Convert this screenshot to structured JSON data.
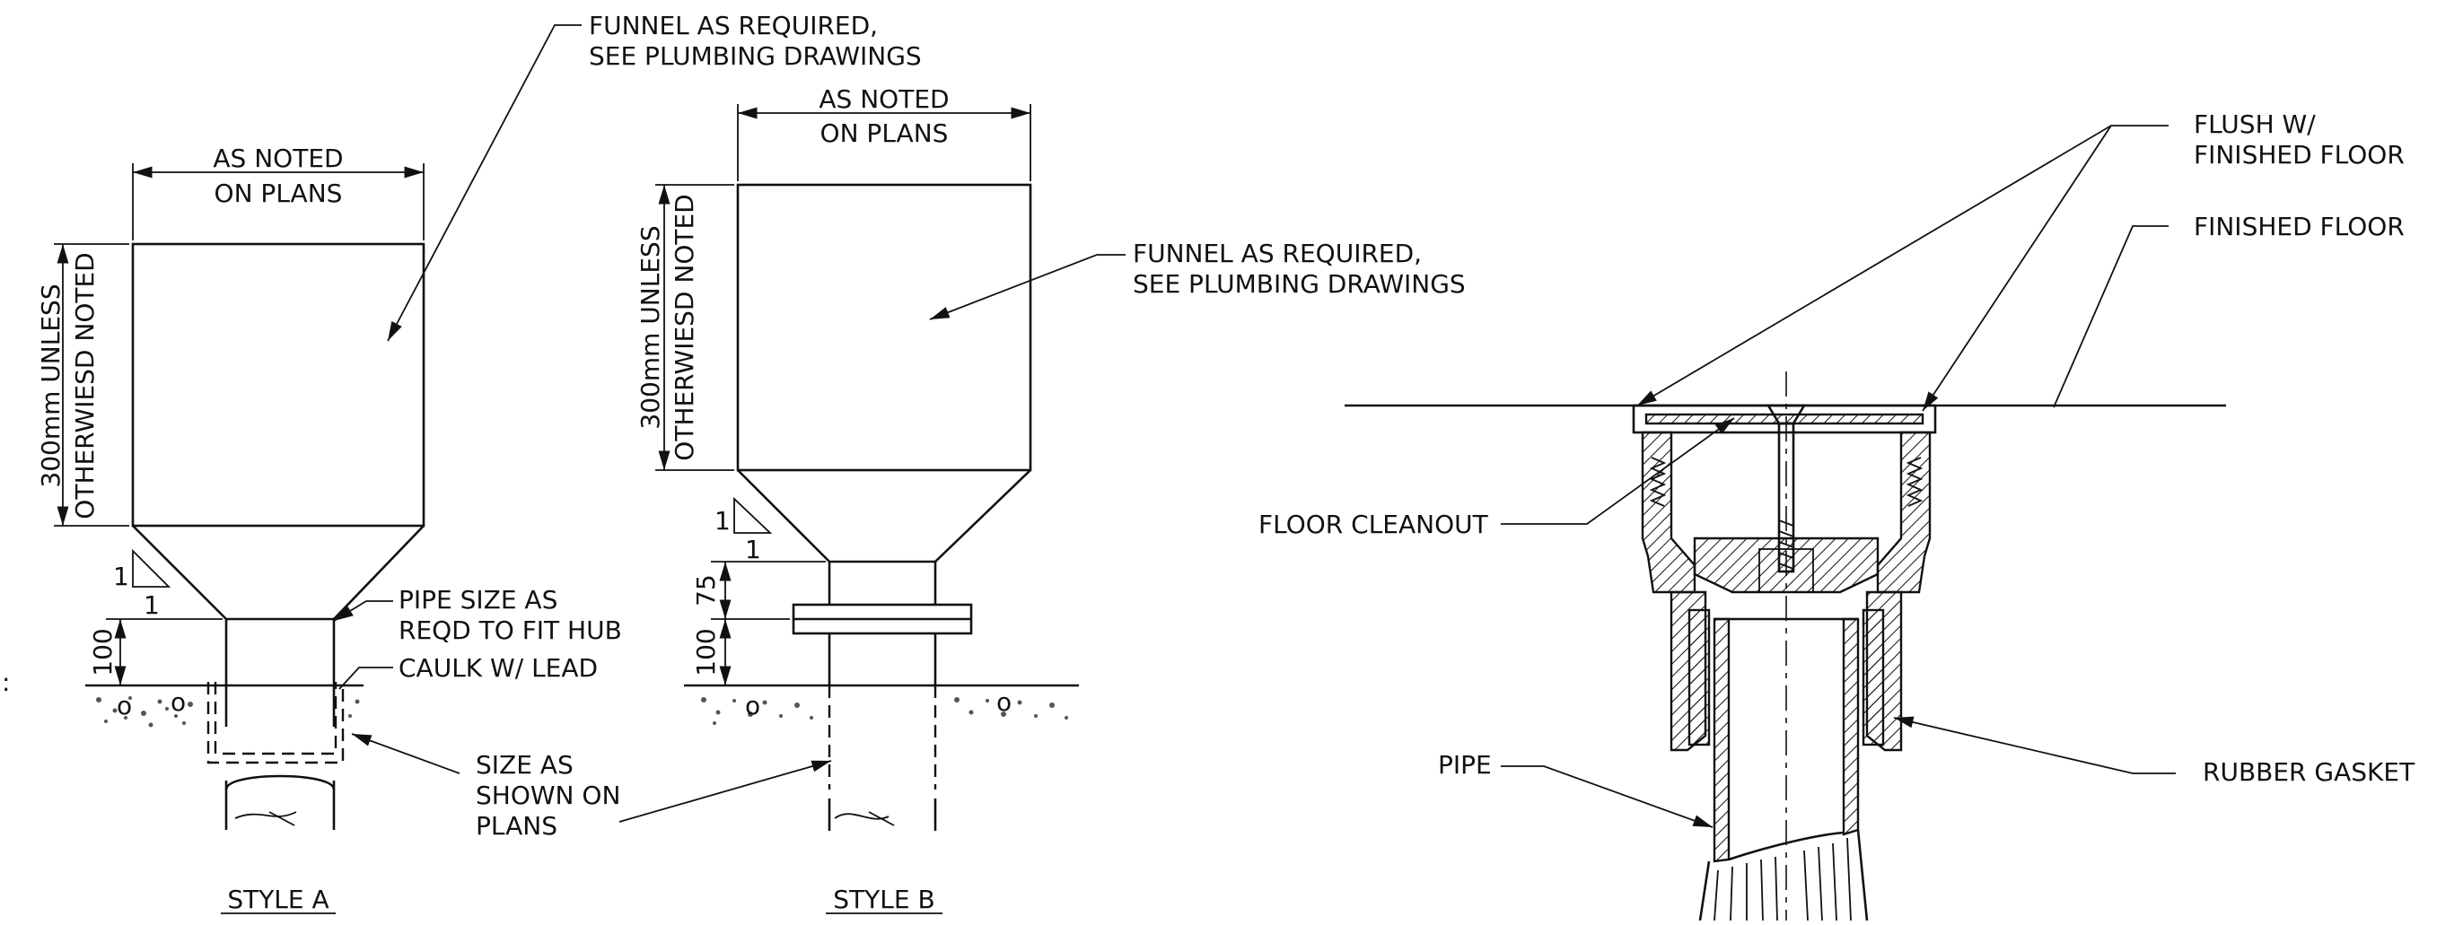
{
  "style_a": {
    "dim_top_line1": "AS NOTED",
    "dim_top_line2": "ON PLANS",
    "dim_side_line1": "300mm UNLESS",
    "dim_side_line2": "OTHERWIESD NOTED",
    "slope_rise": "1",
    "slope_run": "1",
    "dim_100": "100",
    "funnel_note_line1": "FUNNEL AS REQUIRED,",
    "funnel_note_line2": "SEE PLUMBING DRAWINGS",
    "pipe_size_line1": "PIPE SIZE AS",
    "pipe_size_line2": "REQD TO FIT HUB",
    "caulk": "CAULK W/ LEAD",
    "size_line1": "SIZE AS",
    "size_line2": "SHOWN ON",
    "size_line3": "PLANS",
    "title": "STYLE A"
  },
  "style_b": {
    "dim_top_line1": "AS NOTED",
    "dim_top_line2": "ON PLANS",
    "dim_side_line1": "300mm UNLESS",
    "dim_side_line2": "OTHERWIESD NOTED",
    "slope_rise": "1",
    "slope_run": "1",
    "dim_75": "75",
    "dim_100": "100",
    "funnel_note_line1": "FUNNEL AS REQUIRED,",
    "funnel_note_line2": "SEE PLUMBING DRAWINGS",
    "title": "STYLE B"
  },
  "cleanout": {
    "flush_line1": "FLUSH W/",
    "flush_line2": "FINISHED FLOOR",
    "finished_floor": "FINISHED FLOOR",
    "floor_cleanout": "FLOOR CLEANOUT",
    "pipe": "PIPE",
    "rubber_gasket": "RUBBER GASKET"
  },
  "edge_mark": ":"
}
